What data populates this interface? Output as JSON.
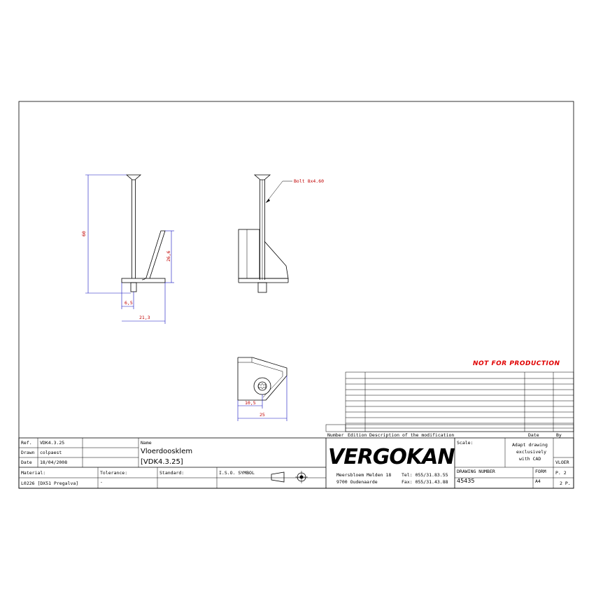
{
  "not_for_production": "NOT FOR PRODUCTION",
  "revision_table": {
    "col_number": "Number",
    "col_edition": "Edition",
    "col_description": "Description of the modification",
    "col_date": "Date",
    "col_by": "By"
  },
  "title_block": {
    "ref_label": "Ref.",
    "ref_value": "VDK4.3.25",
    "drawn_label": "Drawn",
    "drawn_value": "colpaest",
    "date_label": "Date",
    "date_value": "18/04/2008",
    "name_label": "Name",
    "name_value": "Vloerdoosklem",
    "name_code": "[VDK4.3.25]",
    "material_label": "Material:",
    "material_value": "L0226 [DX51 Pregalva]",
    "tolerance_label": "Tolerance:",
    "tolerance_value": "-",
    "standard_label": "Standard:",
    "isosymbol_label": "I.S.O. SYMBOL",
    "logo_text": "VERGOKAN",
    "address_line1": "Meersbloem Melden 18",
    "address_line2": "9700 Oudenaarde",
    "tel": "Tel: 055/31.83.55",
    "fax": "Fax: 055/31.43.88",
    "scale_label": "Scale:",
    "note_line1": "Adapt drawing",
    "note_line2": "exclusively",
    "note_line3": "with CAD",
    "vloer": "VLOER",
    "drawing_number_label": "DRAWING NUMBER",
    "drawing_number_value": "45435",
    "form_label": "FORM",
    "form_value": "A4",
    "page_label": "P. 2",
    "page_total": "2 P."
  },
  "dimensions": {
    "height_total": "60",
    "height_arm": "26,6",
    "offset": "6,5",
    "width": "21,3",
    "bolt_label": "Bolt 8x4.60",
    "bottom_offset": "10,5",
    "bottom_width": "25"
  }
}
